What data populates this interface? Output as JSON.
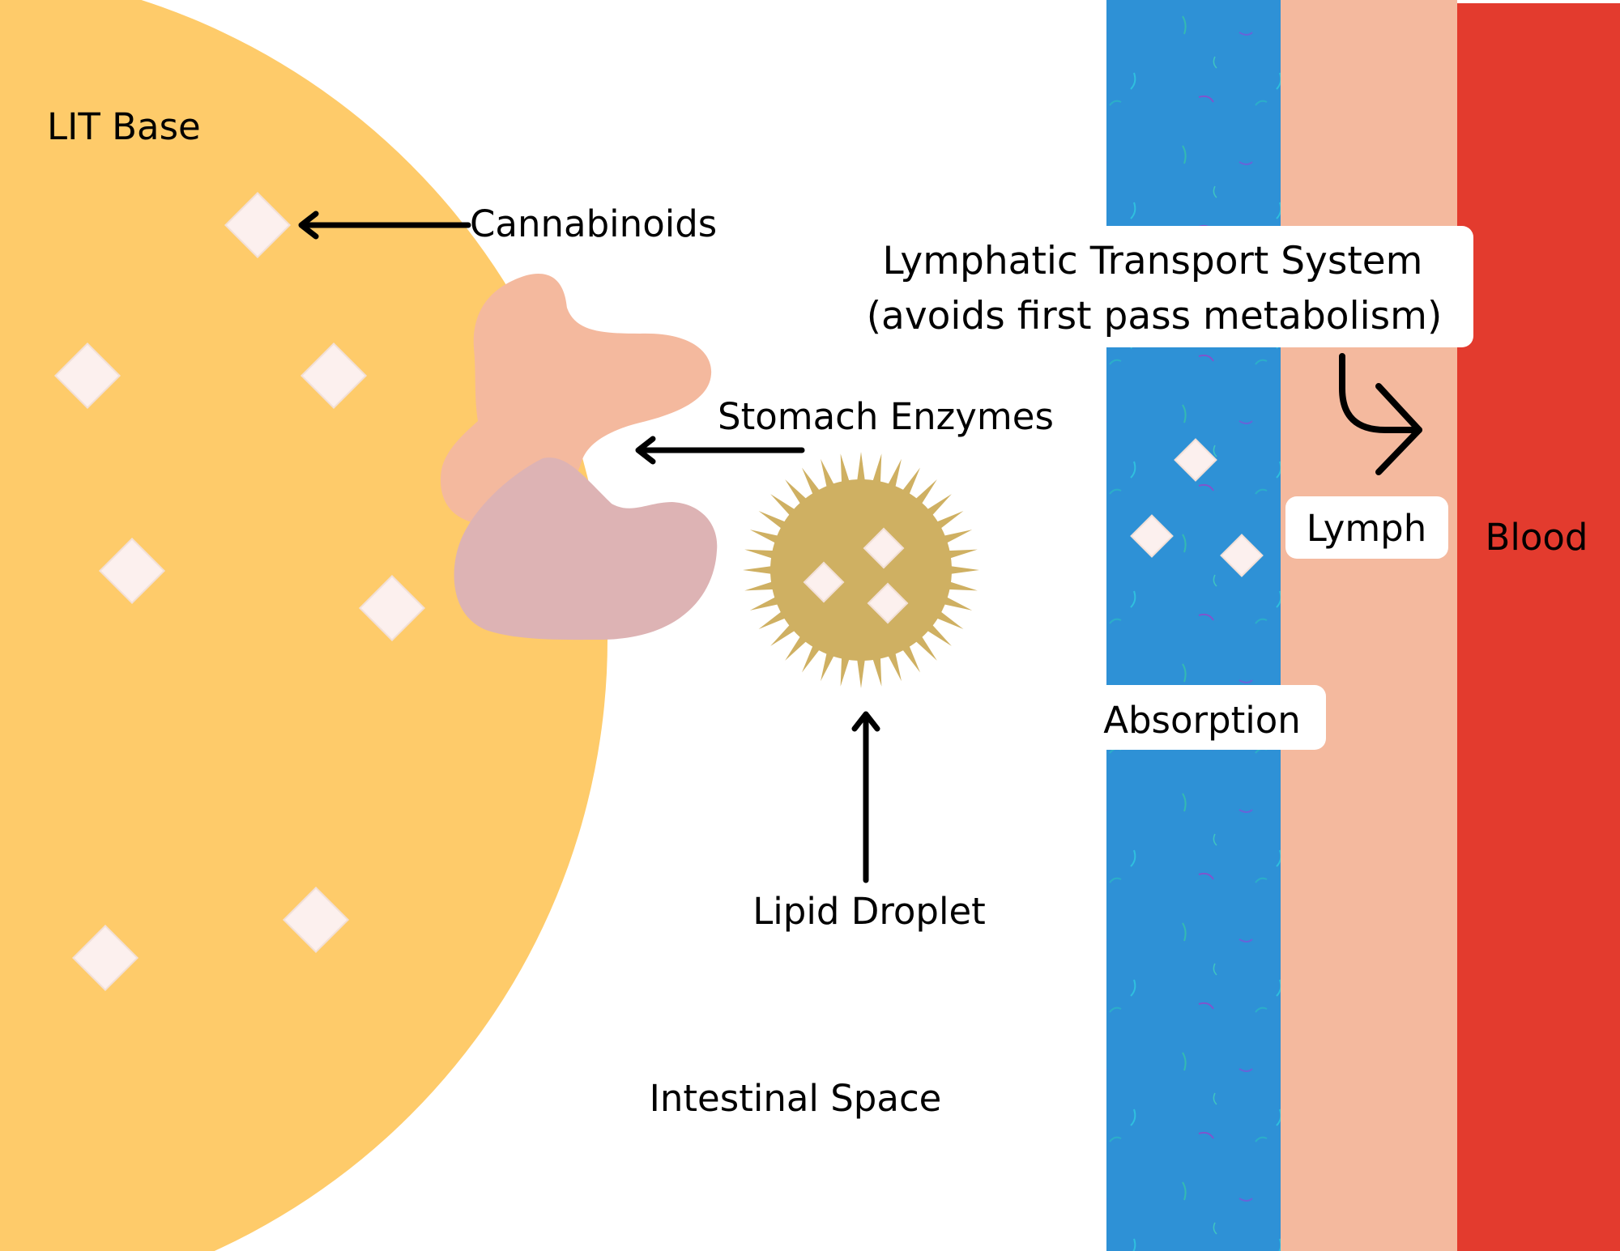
{
  "labels": {
    "lit_base": "LIT Base",
    "cannabinoids": "Cannabinoids",
    "lymphatic_line1": "Lymphatic Transport System",
    "lymphatic_line2": "(avoids first pass metabolism)",
    "stomach_enzymes": "Stomach Enzymes",
    "lymph": "Lymph",
    "blood": "Blood",
    "absorption": "Absorption",
    "lipid_droplet": "Lipid Droplet",
    "intestinal_space": "Intestinal Space"
  },
  "colors": {
    "lit_base": "#FECB6A",
    "cannabinoid_diamond": "#FCF0EE",
    "enzyme_peach": "#F4B99E",
    "enzyme_mauve": "#DDB3B4",
    "lipid_droplet": "#CFB062",
    "intestinal_wall": "#2E91D6",
    "lymph": "#F4B99E",
    "blood": "#E33B2E",
    "arrow": "#000000"
  }
}
